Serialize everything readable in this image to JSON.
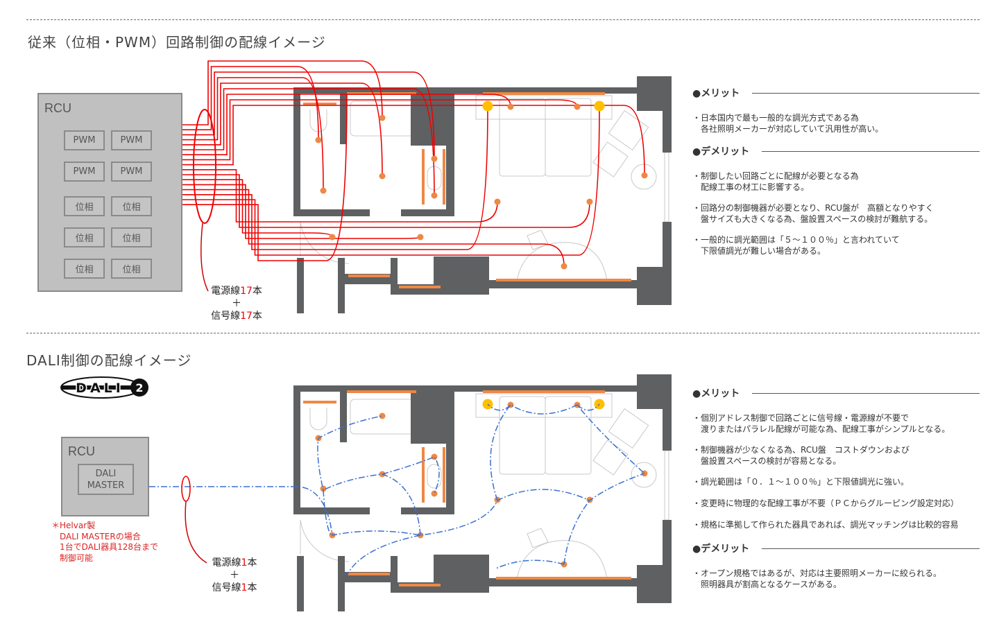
{
  "top": {
    "title": "従来（位相・PWM）回路制御の配線イメージ",
    "rcu": {
      "label": "RCU",
      "modules": [
        "PWM",
        "PWM",
        "PWM",
        "PWM",
        "位相",
        "位相",
        "位相",
        "位相",
        "位相",
        "位相"
      ]
    },
    "wires": {
      "power_prefix": "電源線",
      "power_count": "17",
      "power_suffix": "本",
      "plus": "＋",
      "signal_prefix": "信号線",
      "signal_count": "17",
      "signal_suffix": "本"
    },
    "merit": {
      "heading": "●メリット",
      "items": [
        "・日本国内で最も一般的な調光方式である為\n　各社照明メーカーが対応していて汎用性が高い。"
      ]
    },
    "demerit": {
      "heading": "●デメリット",
      "items": [
        "・制御したい回路ごとに配線が必要となる為\n　配線工事の材工に影響する。",
        "・回路分の制御機器が必要となり、RCU盤が　高額となりやすく\n　盤サイズも大きくなる為、盤設置スペースの検討が難航する。",
        "・一般的に調光範囲は「５～１００％」と言われていて\n　下限値調光が難しい場合がある。"
      ]
    }
  },
  "bottom": {
    "title": "DALI制御の配線イメージ",
    "logo_text": "DALI",
    "logo_number": "2",
    "rcu": {
      "label": "RCU",
      "master_line1": "DALI",
      "master_line2": "MASTER"
    },
    "note": "＊Helvar製\n　DALI MASTERの場合\n　1台でDALI器具128台まで\n　制御可能",
    "wires": {
      "power_prefix": "電源線",
      "power_count": "1",
      "power_suffix": "本",
      "plus": "＋",
      "signal_prefix": "信号線",
      "signal_count": "1",
      "signal_suffix": "本"
    },
    "merit": {
      "heading": "●メリット",
      "items": [
        "・個別アドレス制御で回路ごとに信号線・電源線が不要で\n　渡りまたはパラレル配線が可能な為、配線工事がシンプルとなる。",
        "・制御機器が少なくなる為、RCU盤　コストダウンおよび\n　盤設置スペースの検討が容易となる。",
        "・調光範囲は「０．１～１００％」と下限値調光に強い。",
        "・変更時に物理的な配線工事が不要（ＰＣからグルーピング設定対応）",
        "・規格に準拠して作られた器具であれば、調光マッチングは比較的容易"
      ]
    },
    "demerit": {
      "heading": "●デメリット",
      "items": [
        "・オープン規格ではあるが、対応は主要照明メーカーに絞られる。\n　照明器具が割高となるケースがある。"
      ]
    }
  },
  "colors": {
    "wall": "#5f6062",
    "fixture": "#ee8844",
    "spot": "#ffc000",
    "wire": "#ee0000",
    "dali": "#3a6fd0"
  }
}
